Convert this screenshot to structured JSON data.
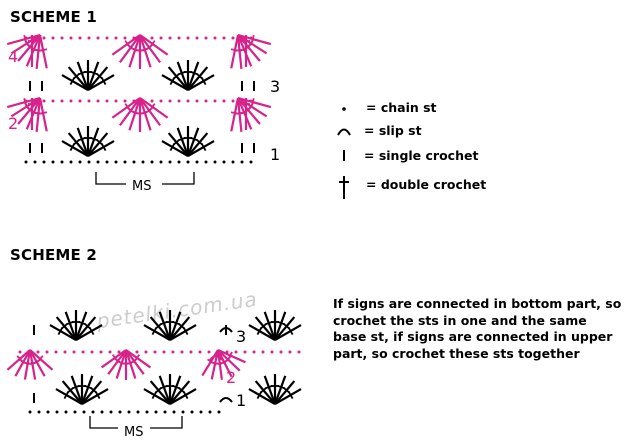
{
  "scheme1": {
    "title": "SCHEME 1",
    "row_labels": {
      "r1": "1",
      "r2": "2",
      "r3": "3",
      "r4": "4"
    },
    "ms_label": "MS"
  },
  "scheme2": {
    "title": "SCHEME 2",
    "row_labels": {
      "r1": "1",
      "r2": "2",
      "r3": "3"
    },
    "ms_label": "MS",
    "watermark": "petelki.com.ua"
  },
  "legend": [
    {
      "symbol": "chain-st-symbol",
      "label": "= chain st"
    },
    {
      "symbol": "slip-st-symbol",
      "label": "= slip st"
    },
    {
      "symbol": "single-crochet-symbol",
      "label": "= single crochet"
    },
    {
      "symbol": "double-crochet-symbol",
      "label": "=  double crochet"
    }
  ],
  "note": "If signs are connected in bottom part, so crochet the sts in one and the same base st, if signs are connected in upper part, so crochet these sts together",
  "colors": {
    "accent": "#d6228a",
    "ink": "#000000"
  }
}
